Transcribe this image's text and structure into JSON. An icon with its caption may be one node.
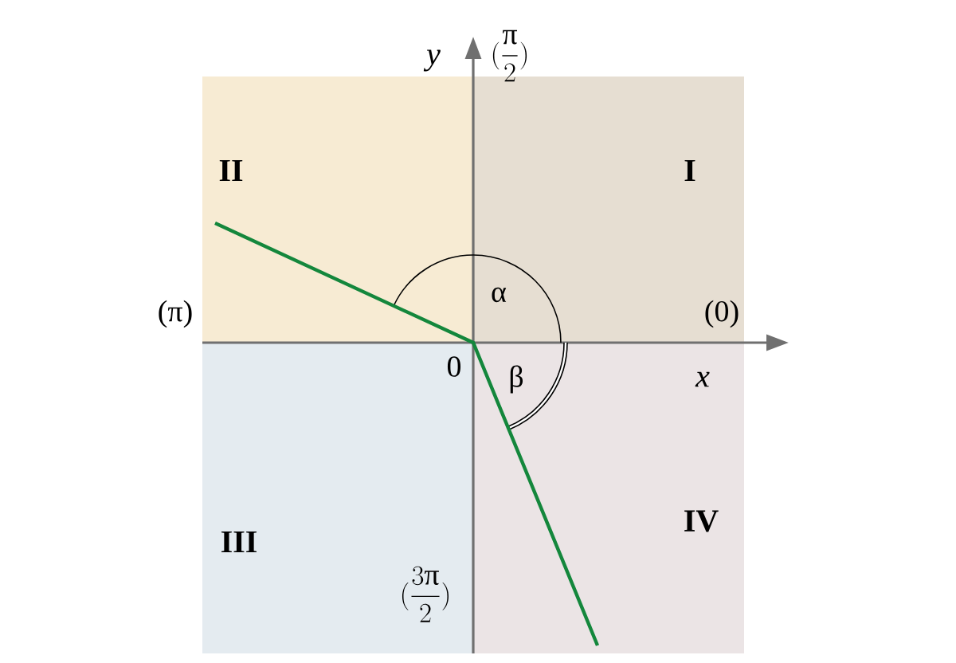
{
  "diagram": {
    "nodes": [
      {
        "text": [
          "II"
        ]
      },
      {
        "text": [
          "I"
        ]
      },
      {
        "text": [
          "III"
        ]
      },
      {
        "text": [
          "IV"
        ]
      }
    ],
    "labels": [
      "y",
      "(\\frac{\\text{π}}{2})",
      "(π)",
      "α",
      "(0)",
      "0",
      "β",
      "x",
      "(\\frac{3\\text{π}}{2})"
    ]
  }
}
